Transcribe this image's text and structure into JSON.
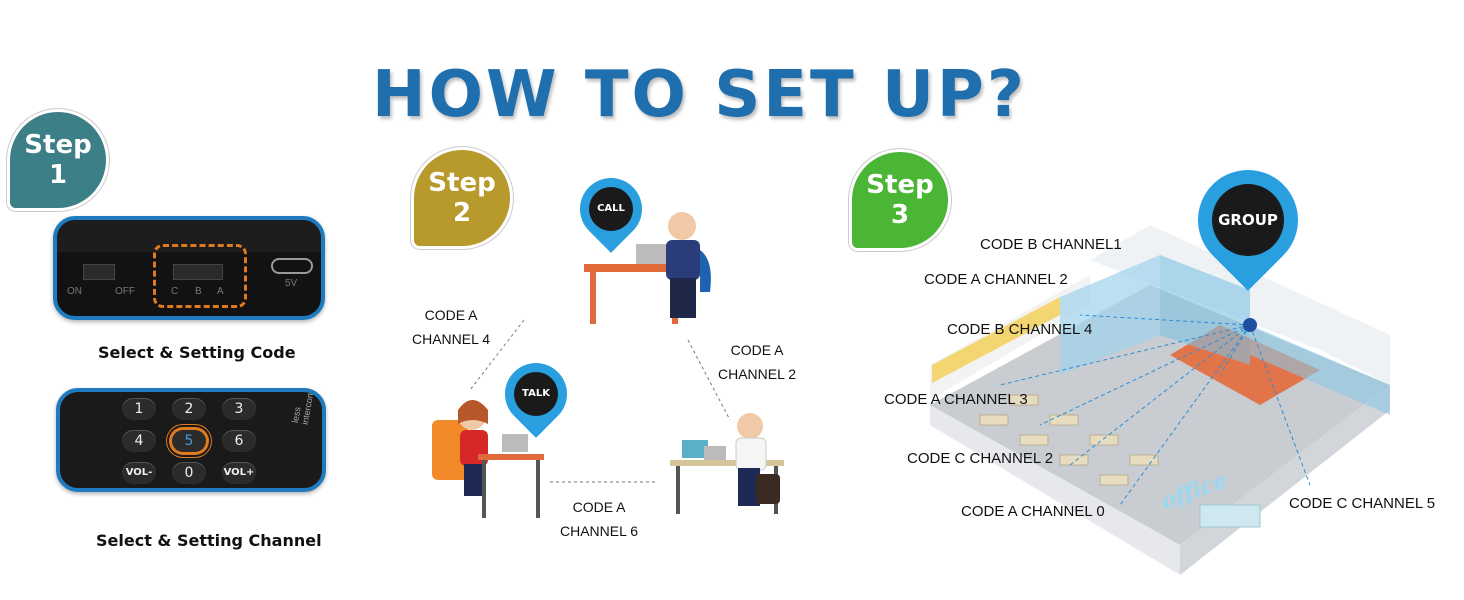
{
  "title": "HOW TO SET UP?",
  "step1": {
    "badge_word": "Step",
    "badge_num": "1",
    "switch_labels": [
      "ON",
      "OFF",
      "C",
      "B",
      "A",
      "5V"
    ],
    "caption_code": "Select & Setting Code",
    "keys": [
      [
        "1",
        "2",
        "3"
      ],
      [
        "4",
        "5",
        "6"
      ],
      [
        "VOL-",
        "0",
        "VOL+"
      ]
    ],
    "side_text": "less intercom",
    "caption_channel": "Select & Setting Channel",
    "color": "#3d7f86"
  },
  "step2": {
    "badge_word": "Step",
    "badge_num": "2",
    "color": "#b89a2c",
    "buttons": {
      "call": "CALL",
      "talk": "TALK"
    },
    "labels": {
      "left_1": "CODE A",
      "left_2": "CHANNEL 4",
      "right_1": "CODE A",
      "right_2": "CHANNEL 2",
      "bottom_1": "CODE A",
      "bottom_2": "CHANNEL 6"
    }
  },
  "step3": {
    "badge_word": "Step",
    "badge_num": "3",
    "color": "#4bb536",
    "button": "GROUP",
    "office_sign": "office",
    "labels": [
      "CODE B CHANNEL1",
      "CODE A CHANNEL 2",
      "CODE B CHANNEL 4",
      "CODE A CHANNEL 3",
      "CODE C CHANNEL 2",
      "CODE A CHANNEL 0",
      "CODE C CHANNEL 5"
    ]
  }
}
